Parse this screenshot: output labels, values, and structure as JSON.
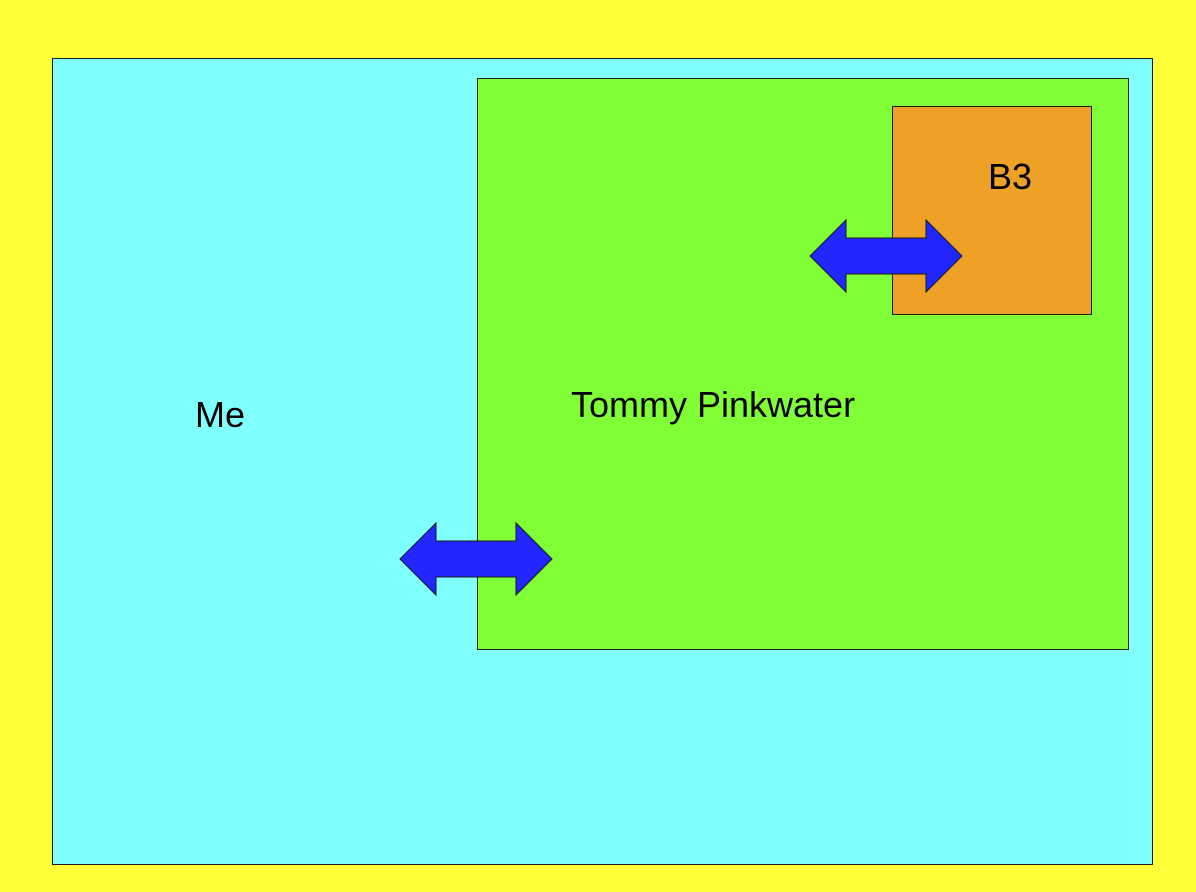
{
  "colors": {
    "background": "#ffff3a",
    "outer_box": "#80ffff",
    "middle_box": "#80ff37",
    "inner_box": "#eda127",
    "arrow": "#2327ff"
  },
  "boxes": {
    "outer": {
      "label": "Me"
    },
    "middle": {
      "label": "Tommy Pinkwater"
    },
    "inner": {
      "label": "B3"
    }
  },
  "arrows": [
    {
      "name": "me-tommy",
      "type": "double-headed"
    },
    {
      "name": "tommy-b3",
      "type": "double-headed"
    }
  ]
}
